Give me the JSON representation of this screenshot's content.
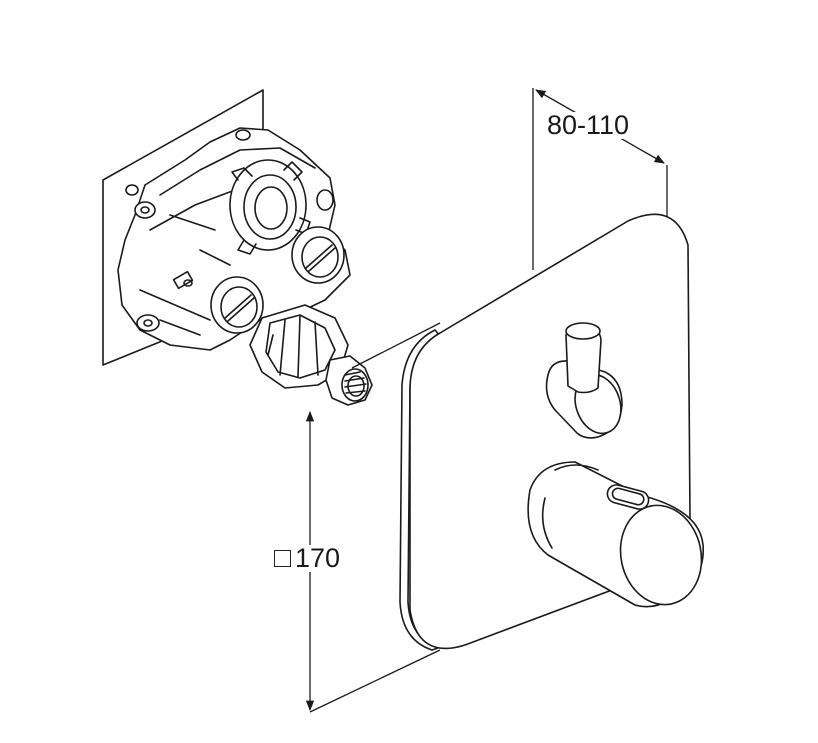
{
  "dimensions": {
    "depth": "80-110",
    "plate_size_symbol": "square-symbol",
    "plate_size": "170"
  },
  "colors": {
    "line": "#1a1a1a",
    "background": "#ffffff",
    "plate_fill": "#ffffff"
  }
}
